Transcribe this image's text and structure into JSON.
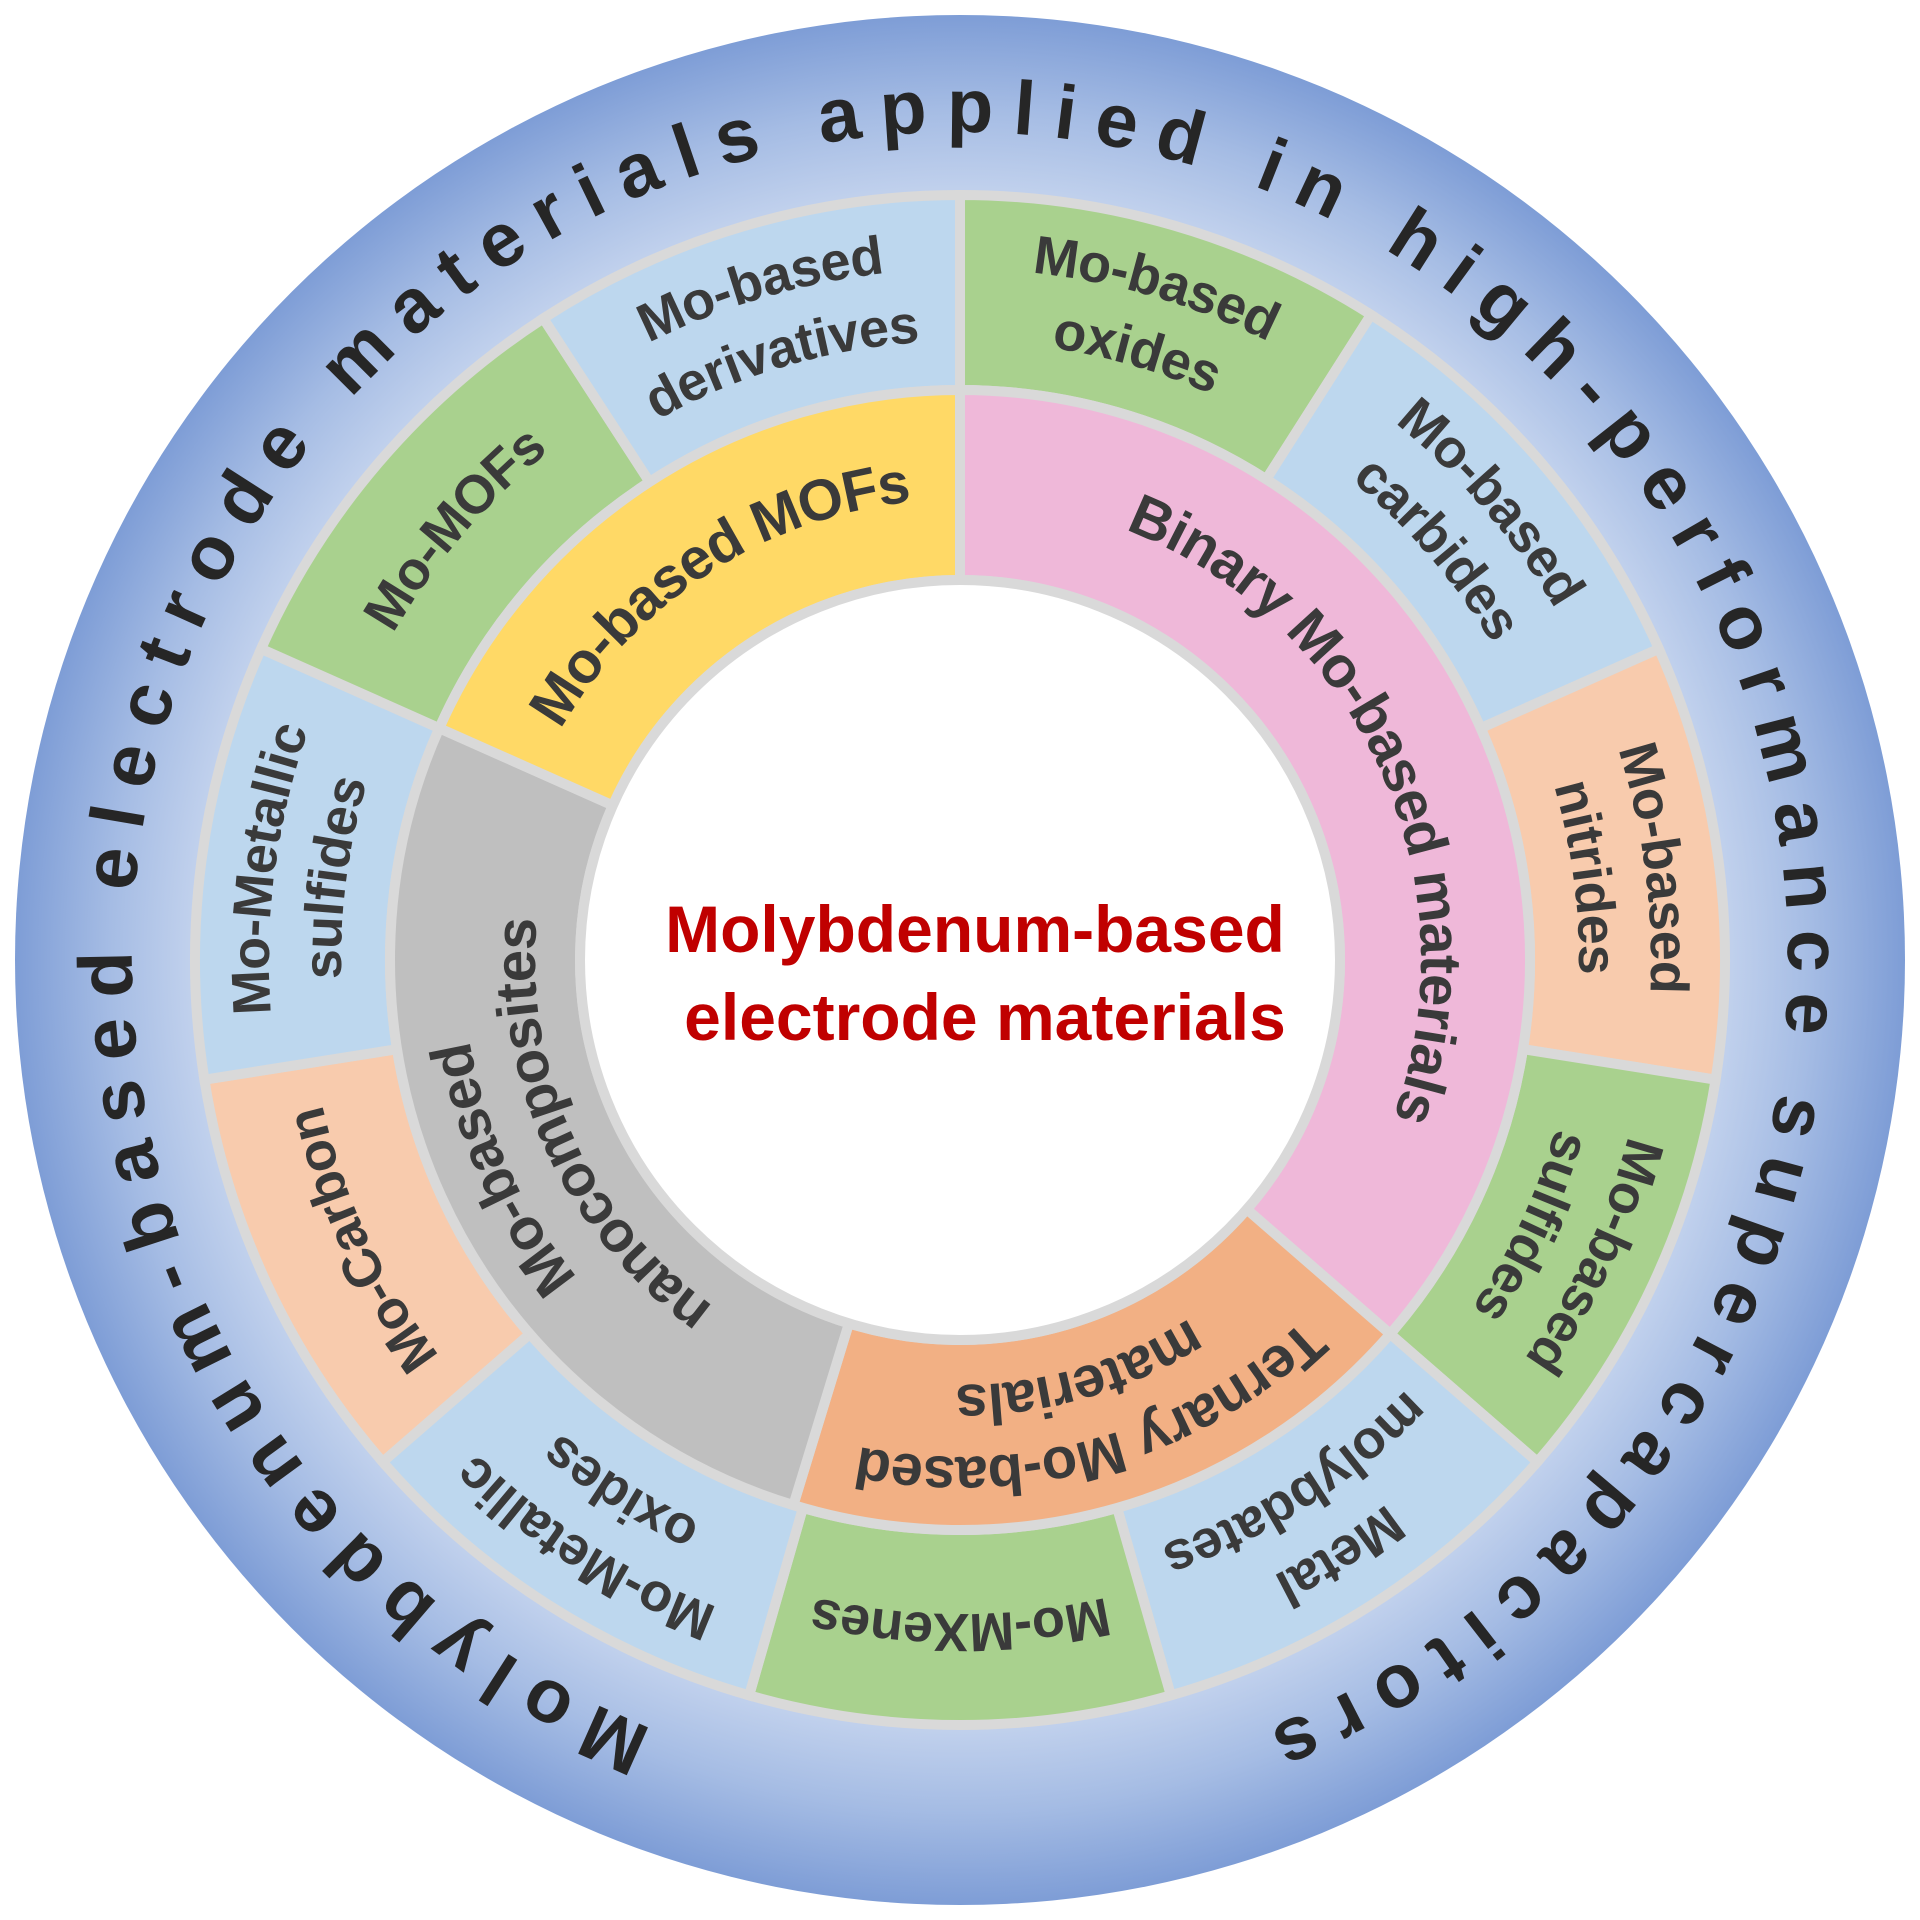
{
  "title": "Molybdenum-based electrode materials applied in high-performance supercapacitors",
  "center": {
    "line1": "Molybdenum-based",
    "line2": "electrode materials",
    "color": "#C00000"
  },
  "inner_ring": [
    {
      "lines": [
        "Binary Mo-based materials"
      ],
      "color": "#EFB8D9"
    },
    {
      "lines": [
        "Ternary Mo-based",
        "materials"
      ],
      "color": "#F2B084"
    },
    {
      "lines": [
        "Mo-based",
        "nanocomposites"
      ],
      "color": "#BFBFBF"
    },
    {
      "lines": [
        "Mo-based MOFs"
      ],
      "color": "#FFD966"
    }
  ],
  "outer_ring": [
    {
      "lines": [
        "Mo-based",
        "oxides"
      ],
      "color": "#A9D18E"
    },
    {
      "lines": [
        "Mo-based",
        "carbides"
      ],
      "color": "#BDD7EE"
    },
    {
      "lines": [
        "Mo-based",
        "nitrides"
      ],
      "color": "#F8CBAD"
    },
    {
      "lines": [
        "Mo-based",
        "sulfides"
      ],
      "color": "#A9D18E"
    },
    {
      "lines": [
        "Metal",
        "molybdates"
      ],
      "color": "#BDD7EE"
    },
    {
      "lines": [
        "Mo-MXenes"
      ],
      "color": "#A9D18E"
    },
    {
      "lines": [
        "Mo-Metallic",
        "oxides"
      ],
      "color": "#BDD7EE"
    },
    {
      "lines": [
        "Mo-Carbon"
      ],
      "color": "#F8CBAD"
    },
    {
      "lines": [
        "Mo-Metallic",
        "sulfides"
      ],
      "color": "#BDD7EE"
    },
    {
      "lines": [
        "Mo-MOFs"
      ],
      "color": "#A9D18E"
    },
    {
      "lines": [
        "Mo-based",
        "derivatives"
      ],
      "color": "#BDD7EE"
    }
  ],
  "colors": {
    "outer_band": "#8FAADC",
    "separator": "#D9D9D9"
  }
}
